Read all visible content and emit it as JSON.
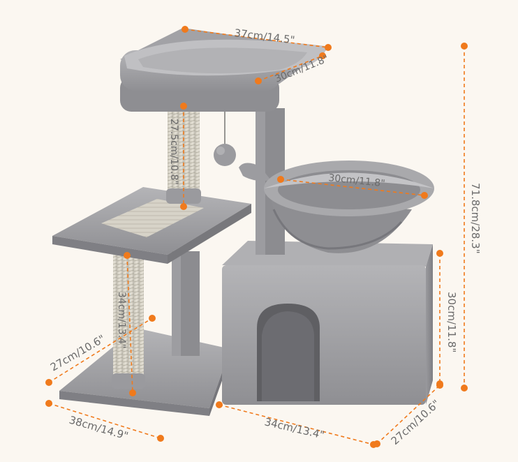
{
  "image": {
    "subject": "grey plush cat tree",
    "accent_color": "#f07a1c",
    "plush_color": "#a5a5a8",
    "background_color": "#fbf7f1"
  },
  "dimensions": {
    "top_width": "37cm/14.5\"",
    "top_depth": "30cm/11.8\"",
    "post_height": "27.5cm/10.8\"",
    "basket_diameter": "30cm/11.8\"",
    "lower_post_height": "34cm/13.4\"",
    "base_depth_left": "27cm/10.6\"",
    "base_width_left": "38cm/14.9\"",
    "house_width": "34cm/13.4\"",
    "house_depth": "27cm/10.6\"",
    "house_height": "30cm/11.8\"",
    "total_height": "71.8cm/28.3\""
  }
}
